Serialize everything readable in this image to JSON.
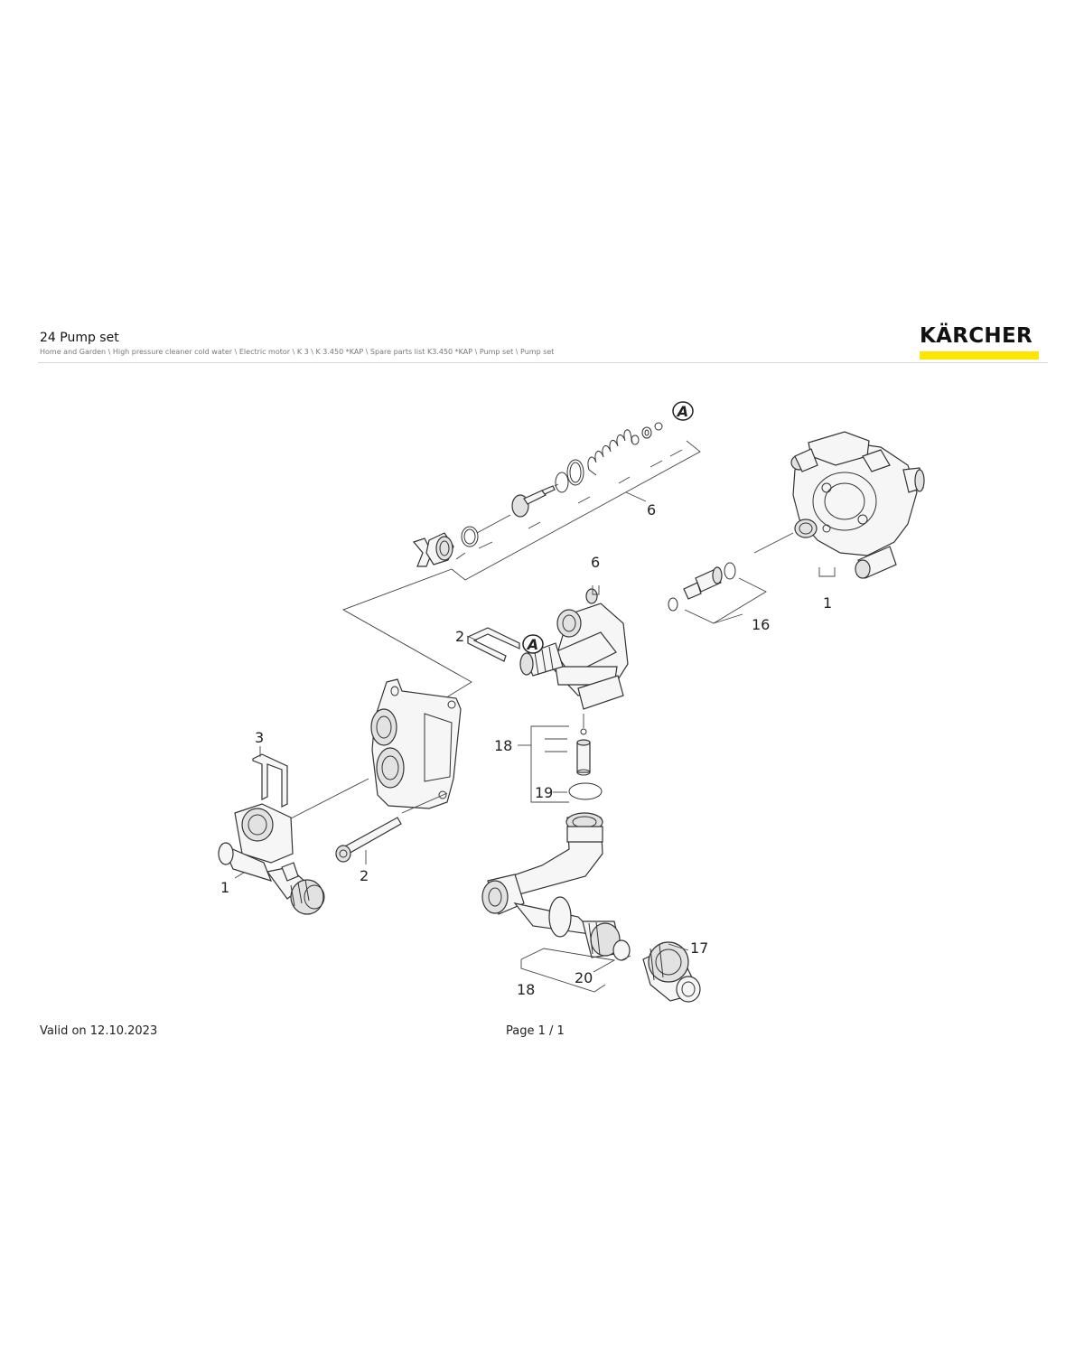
{
  "header": {
    "title": "24 Pump set",
    "breadcrumb": "Home and Garden \\ High pressure cleaner cold water \\ Electric motor \\ K 3 \\ K 3.450 *KAP \\ Spare parts list K3.450 *KAP \\ Pump set \\ Pump set"
  },
  "logo": {
    "text": "KÄRCHER",
    "bar_color": "#ffe600"
  },
  "callouts": {
    "valve_a_marker": "A",
    "valve_set": "6",
    "valve_set_upper": "6",
    "pump_housing": "1",
    "valve_cartridge": "16",
    "clip_top": "2",
    "body_a_marker": "A",
    "clip_left": "3",
    "bolt": "2",
    "inlet_elbow": "1",
    "set_18_upper": "18",
    "oring_19": "19",
    "connector_17": "17",
    "part_20": "20",
    "set_18_lower": "18"
  },
  "footer": {
    "valid": "Valid on 12.10.2023",
    "page": "Page 1 / 1"
  }
}
